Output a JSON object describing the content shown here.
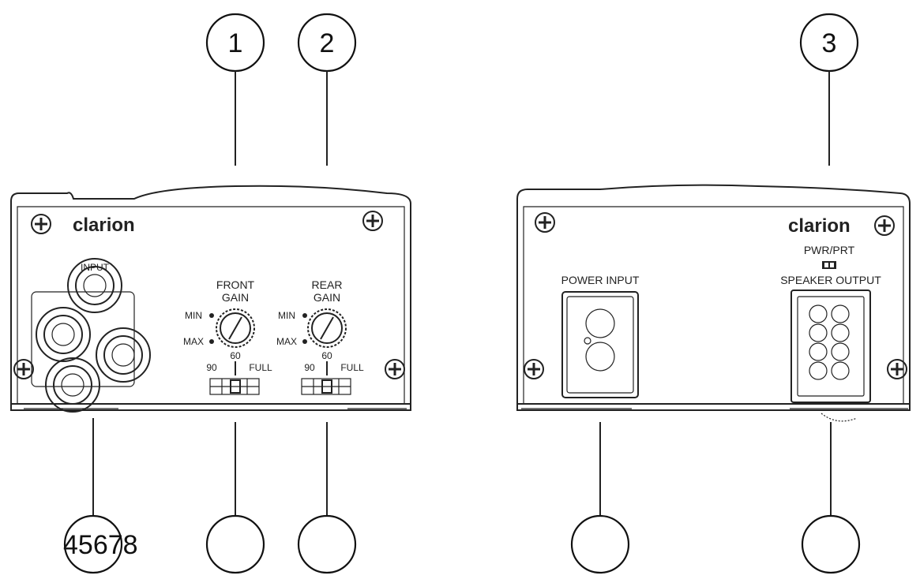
{
  "callouts": {
    "c1": "1",
    "c2": "2",
    "c3": "3",
    "bottom_combined": "45678"
  },
  "front_panel": {
    "brand": "clarion",
    "input_label": "INPUT",
    "front_gain": {
      "line1": "FRONT",
      "line2": "GAIN",
      "min": "MIN",
      "max": "MAX",
      "mid": "60",
      "left": "90",
      "right": "FULL"
    },
    "rear_gain": {
      "line1": "REAR",
      "line2": "GAIN",
      "min": "MIN",
      "max": "MAX",
      "mid": "60",
      "left": "90",
      "right": "FULL"
    }
  },
  "rear_panel": {
    "brand": "clarion",
    "pwr_prt": "PWR/PRT",
    "power_input": "POWER INPUT",
    "speaker_output": "SPEAKER OUTPUT"
  }
}
